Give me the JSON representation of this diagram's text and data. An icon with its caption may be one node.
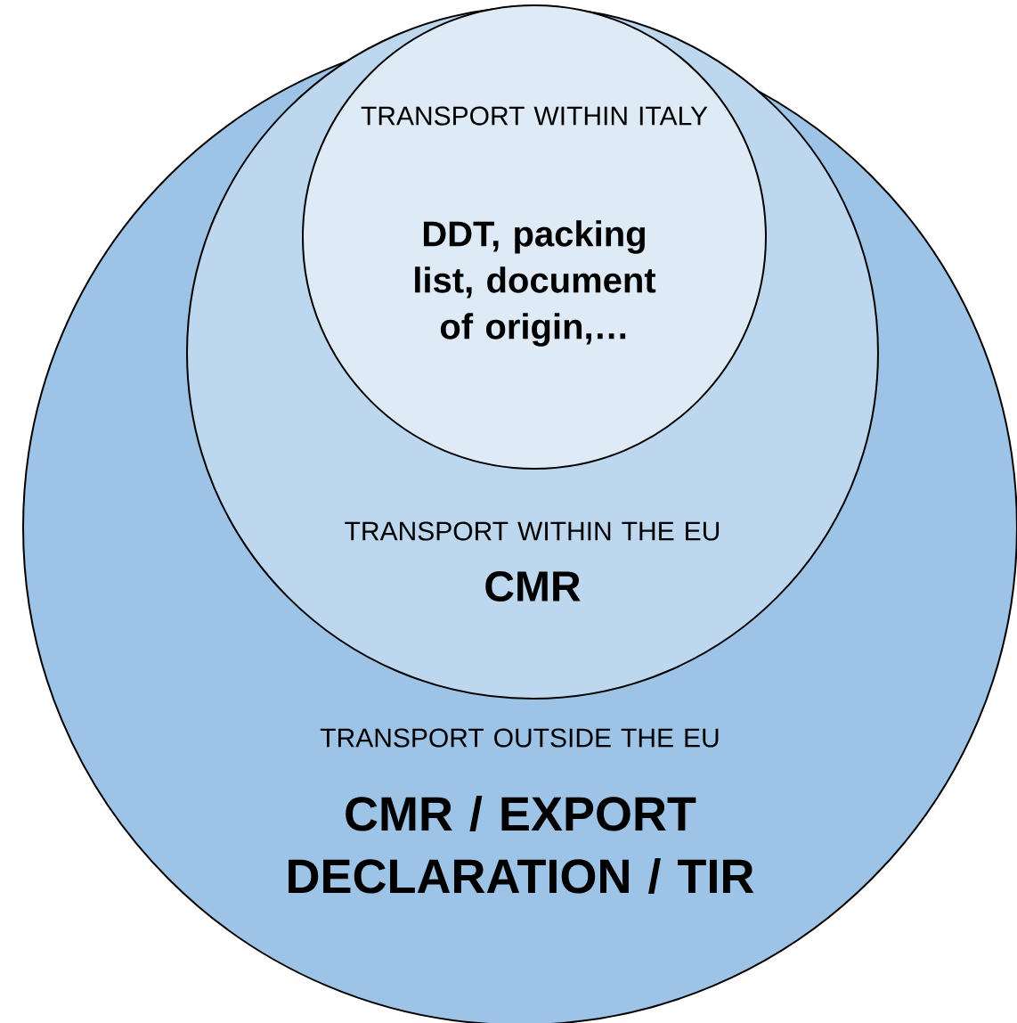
{
  "diagram": {
    "nodes": [
      {
        "text": [
          "TRANSPORT OUTSIDE THE EU",
          "CMR / EXPORT DECLARATION / TIR"
        ]
      },
      {
        "text": [
          "TRANSPORT WITHIN THE EU",
          "CMR"
        ],
        "in": 0
      },
      {
        "text": [
          "TRANSPORT WITHIN ITALY",
          "DDT, packing list, document of origin,…"
        ],
        "in": 1
      }
    ]
  }
}
